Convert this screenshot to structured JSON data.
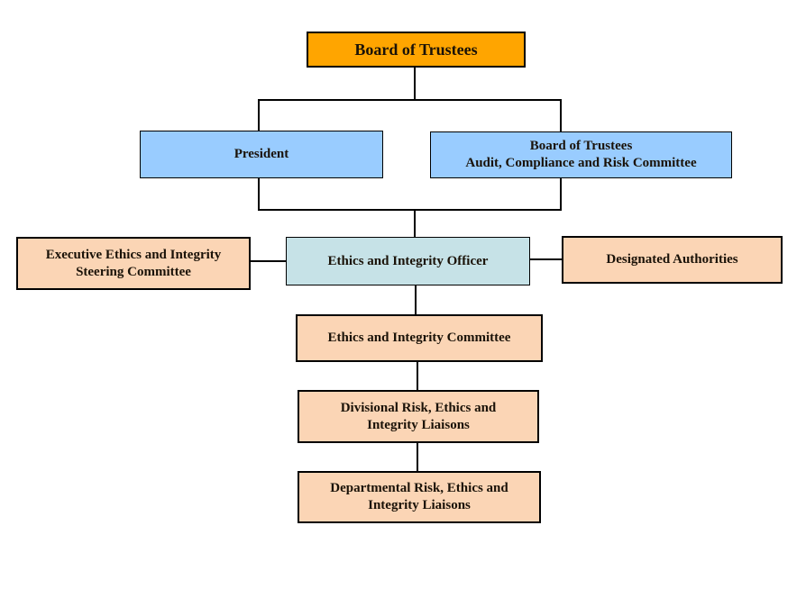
{
  "chart_type": "organizational-chart",
  "colors": {
    "orange": "#FFA500",
    "blue": "#99CCFF",
    "cyan": "#C6E2E7",
    "peach": "#FBD5B5",
    "line": "#000000",
    "text": "#1A1208",
    "background": "#FFFFFF"
  },
  "nodes": {
    "board_of_trustees": {
      "label": "Board of Trustees"
    },
    "president": {
      "label": "President"
    },
    "audit_committee": {
      "line1": "Board of Trustees",
      "line2": "Audit, Compliance and Risk Committee"
    },
    "executive_steering": {
      "line1": "Executive Ethics and Integrity",
      "line2": "Steering Committee"
    },
    "ethics_officer": {
      "label": "Ethics and Integrity Officer"
    },
    "designated_authorities": {
      "label": "Designated Authorities"
    },
    "ethics_committee": {
      "label": "Ethics and Integrity Committee"
    },
    "divisional_liaisons": {
      "line1": "Divisional Risk, Ethics and",
      "line2": "Integrity Liaisons"
    },
    "departmental_liaisons": {
      "line1": "Departmental Risk, Ethics and",
      "line2": "Integrity Liaisons"
    }
  }
}
